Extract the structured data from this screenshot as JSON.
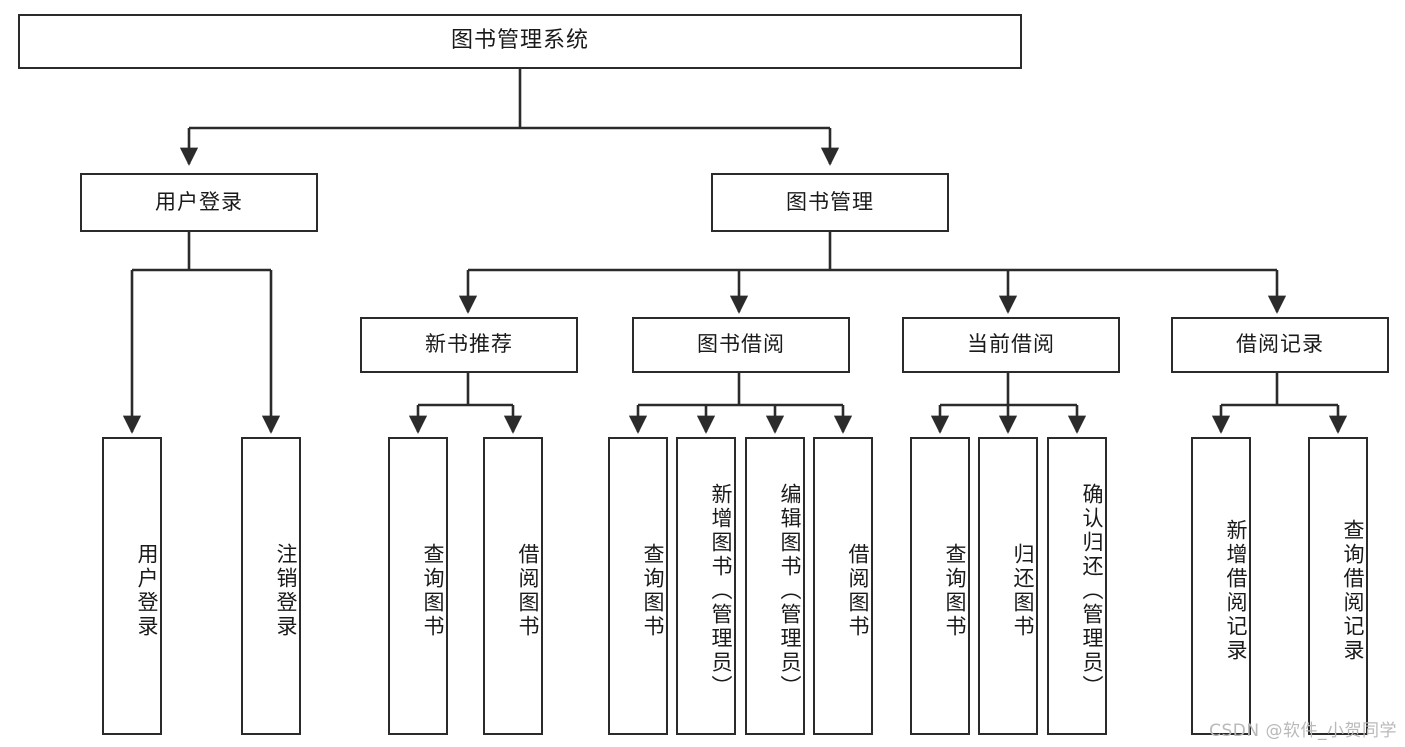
{
  "diagram": {
    "title": "图书管理系统",
    "type": "tree-hierarchy",
    "root": {
      "label": "图书管理系统"
    },
    "level2": [
      {
        "id": "user-login",
        "label": "用户登录"
      },
      {
        "id": "book-management",
        "label": "图书管理"
      }
    ],
    "level3": [
      {
        "id": "new-book-recommend",
        "label": "新书推荐",
        "parent": "book-management"
      },
      {
        "id": "book-borrow",
        "label": "图书借阅",
        "parent": "book-management"
      },
      {
        "id": "current-borrow",
        "label": "当前借阅",
        "parent": "book-management"
      },
      {
        "id": "borrow-record",
        "label": "借阅记录",
        "parent": "book-management"
      }
    ],
    "leaves": {
      "user_login": [
        {
          "id": "leaf-user-login",
          "label": "用户登录"
        },
        {
          "id": "leaf-logout-login",
          "label": "注销登录"
        }
      ],
      "new_book_recommend": [
        {
          "id": "leaf-query-book-1",
          "label": "查询图书"
        },
        {
          "id": "leaf-borrow-book-1",
          "label": "借阅图书"
        }
      ],
      "book_borrow": [
        {
          "id": "leaf-query-book-2",
          "label": "查询图书"
        },
        {
          "id": "leaf-add-book",
          "label": "新增图书（管理员）"
        },
        {
          "id": "leaf-edit-book",
          "label": "编辑图书（管理员）"
        },
        {
          "id": "leaf-borrow-book-2",
          "label": "借阅图书"
        }
      ],
      "current_borrow": [
        {
          "id": "leaf-query-book-3",
          "label": "查询图书"
        },
        {
          "id": "leaf-return-book",
          "label": "归还图书"
        },
        {
          "id": "leaf-confirm-return",
          "label": "确认归还（管理员）"
        }
      ],
      "borrow_record": [
        {
          "id": "leaf-add-record",
          "label": "新增借阅记录"
        },
        {
          "id": "leaf-query-record",
          "label": "查询借阅记录"
        }
      ]
    }
  },
  "watermark": {
    "text": "CSDN @软件_小贺同学"
  },
  "colors": {
    "stroke": "#2b2b2b",
    "background": "#ffffff",
    "text": "#1a1a1a",
    "watermark": "#b9b9b9"
  }
}
